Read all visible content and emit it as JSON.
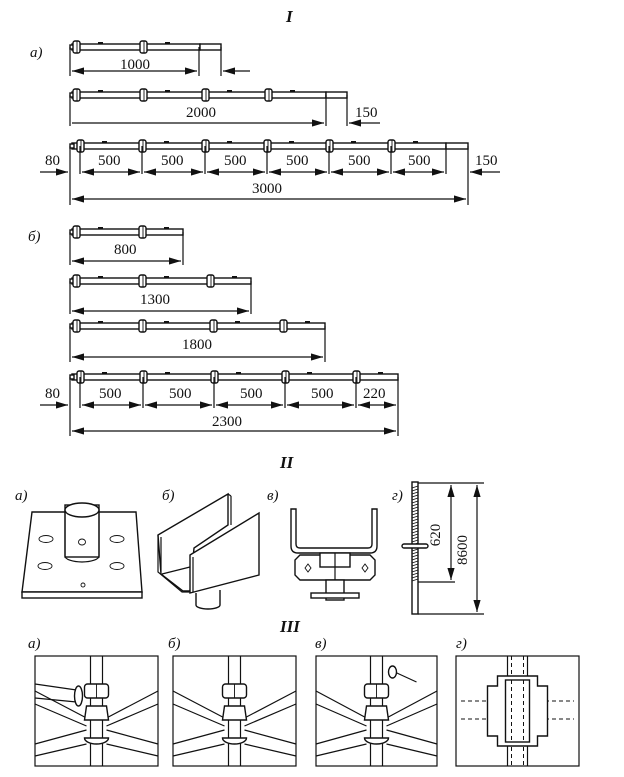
{
  "sections": {
    "I": {
      "title": "I",
      "group_a": {
        "label": "а)",
        "bars": [
          {
            "name": "ledger-1000",
            "total": "1000",
            "extension": ""
          },
          {
            "name": "ledger-2000",
            "total": "2000",
            "extension": "150"
          },
          {
            "name": "ledger-3000",
            "total": "3000",
            "offset": "80",
            "segments": [
              "500",
              "500",
              "500",
              "500",
              "500",
              "500"
            ],
            "extension": "150"
          }
        ]
      },
      "group_b": {
        "label": "б)",
        "bars": [
          {
            "name": "post-800",
            "total": "800"
          },
          {
            "name": "post-1300",
            "total": "1300"
          },
          {
            "name": "post-1800",
            "total": "1800"
          },
          {
            "name": "post-2300",
            "total": "2300",
            "offset": "80",
            "segments": [
              "500",
              "500",
              "500",
              "500",
              "220"
            ]
          }
        ]
      }
    },
    "II": {
      "title": "II",
      "parts": [
        {
          "label": "а)",
          "name": "base-plate"
        },
        {
          "label": "б)",
          "name": "u-head"
        },
        {
          "label": "в)",
          "name": "adjustable-u-head"
        },
        {
          "label": "г)",
          "name": "screw-jack",
          "dim_short": "620",
          "dim_long": "8600"
        }
      ]
    },
    "III": {
      "title": "III",
      "nodes": [
        {
          "label": "а)",
          "name": "node-inserting-ledger"
        },
        {
          "label": "б)",
          "name": "node-assembled"
        },
        {
          "label": "в)",
          "name": "node-tightening"
        },
        {
          "label": "г)",
          "name": "node-section"
        }
      ]
    }
  }
}
